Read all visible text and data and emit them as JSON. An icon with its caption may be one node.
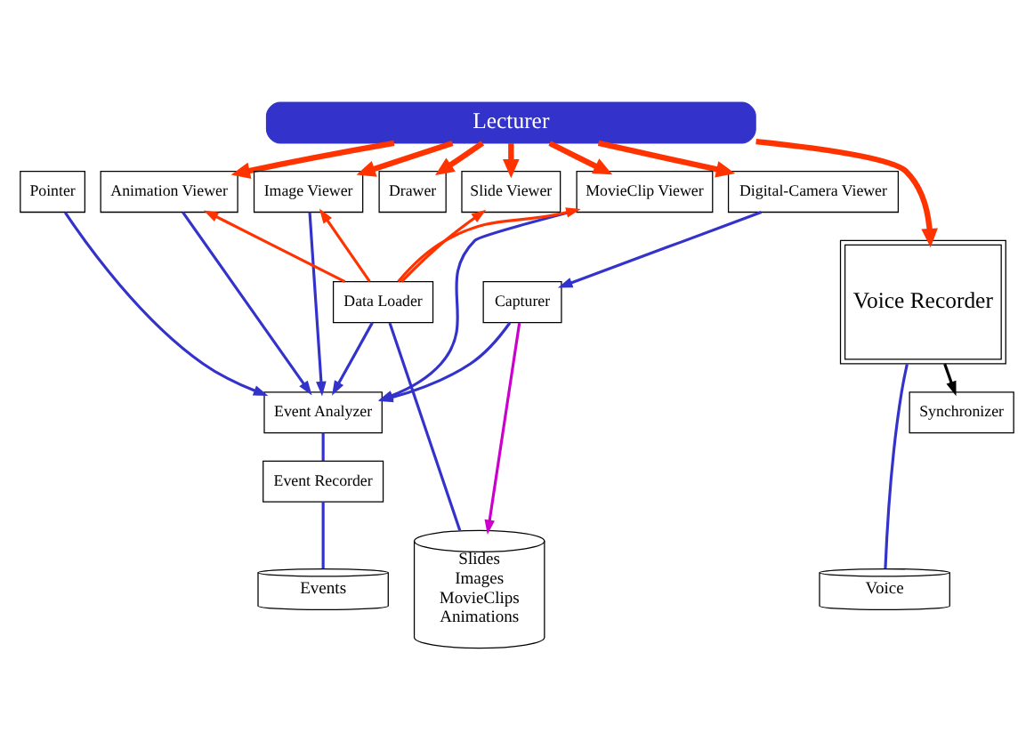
{
  "diagram": {
    "nodes": [
      {
        "text": [
          "Lecturer"
        ]
      },
      {
        "text": [
          "Digital-Camera Viewer"
        ]
      },
      {
        "text": [
          "Animation Viewer"
        ]
      },
      {
        "text": [
          "MovieClip Viewer"
        ]
      },
      {
        "text": [
          "Image Viewer"
        ]
      },
      {
        "text": [
          "Slide Viewer"
        ]
      },
      {
        "text": [
          "Drawer"
        ]
      },
      {
        "text": [
          "Pointer"
        ]
      },
      {
        "text": [
          "Voice Recorder"
        ]
      },
      {
        "text": [
          "Capturer"
        ]
      },
      {
        "text": [
          "Synchronizer"
        ]
      },
      {
        "text": [
          "Event Analyzer"
        ]
      },
      {
        "text": [
          "Event Recorder"
        ]
      },
      {
        "text": [
          "Data Loader"
        ]
      },
      {
        "text": [
          "Voice"
        ]
      },
      {
        "text": [
          "Events"
        ]
      },
      {
        "text": [
          "Slides",
          "Images",
          "MovieClips",
          "Animations"
        ]
      }
    ],
    "edges": [
      {
        "from": 0,
        "to": 8,
        "arrow": "to",
        "color": "#ff3300",
        "style": "thick"
      },
      {
        "from": 0,
        "to": 1,
        "arrow": "to",
        "color": "#ff3300",
        "style": "thick"
      },
      {
        "from": 0,
        "to": 2,
        "arrow": "to",
        "color": "#ff3300",
        "style": "thick"
      },
      {
        "from": 0,
        "to": 3,
        "arrow": "to",
        "color": "#ff3300",
        "style": "thick"
      },
      {
        "from": 0,
        "to": 4,
        "arrow": "to",
        "color": "#ff3300",
        "style": "thick"
      },
      {
        "from": 0,
        "to": 5,
        "arrow": "to",
        "color": "#ff3300",
        "style": "thick"
      },
      {
        "from": 0,
        "to": 6,
        "arrow": "to",
        "color": "#ff3300",
        "style": "thick"
      },
      {
        "from": 1,
        "to": 9,
        "arrow": "to",
        "color": "#3333cc"
      },
      {
        "from": 2,
        "to": 11,
        "arrow": "to",
        "color": "#3333cc"
      },
      {
        "from": 3,
        "to": 11,
        "arrow": "to",
        "color": "#3333cc"
      },
      {
        "from": 4,
        "to": 11,
        "arrow": "to",
        "color": "#3333cc"
      },
      {
        "from": 7,
        "to": 11,
        "arrow": "to",
        "color": "#3333cc"
      },
      {
        "from": 9,
        "to": 11,
        "arrow": "to",
        "color": "#3333cc"
      },
      {
        "from": 13,
        "to": 11,
        "arrow": "to",
        "color": "#3333cc"
      },
      {
        "from": 13,
        "to": 2,
        "arrow": "to",
        "color": "#ff3300"
      },
      {
        "from": 13,
        "to": 3,
        "arrow": "to",
        "color": "#ff3300"
      },
      {
        "from": 13,
        "to": 4,
        "arrow": "to",
        "color": "#ff3300"
      },
      {
        "from": 13,
        "to": 5,
        "arrow": "to",
        "color": "#ff3300"
      },
      {
        "from": 8,
        "to": 10,
        "arrow": "to",
        "color": "#000000"
      },
      {
        "from": 9,
        "to": 16,
        "arrow": "to",
        "color": "#cc00cc"
      },
      {
        "from": 11,
        "to": 12,
        "arrow": "none",
        "color": "#3333cc"
      },
      {
        "from": 12,
        "to": 15,
        "arrow": "none",
        "color": "#3333cc"
      },
      {
        "from": 8,
        "to": 14,
        "arrow": "none",
        "color": "#3333cc"
      },
      {
        "from": 13,
        "to": 16,
        "arrow": "none",
        "color": "#3333cc"
      }
    ]
  }
}
